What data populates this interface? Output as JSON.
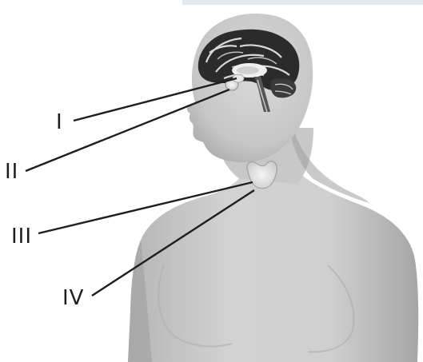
{
  "labels": {
    "I": "I",
    "II": "II",
    "III": "III",
    "IV": "IV"
  },
  "colors": {
    "skin": "#c9c9c9",
    "skin_shadow": "#a9a9a9",
    "brain": "#2b2b2b",
    "gland": "#e6e6e6",
    "leader_line": "#1e1e1e",
    "top_band": "#e4e9ee"
  }
}
